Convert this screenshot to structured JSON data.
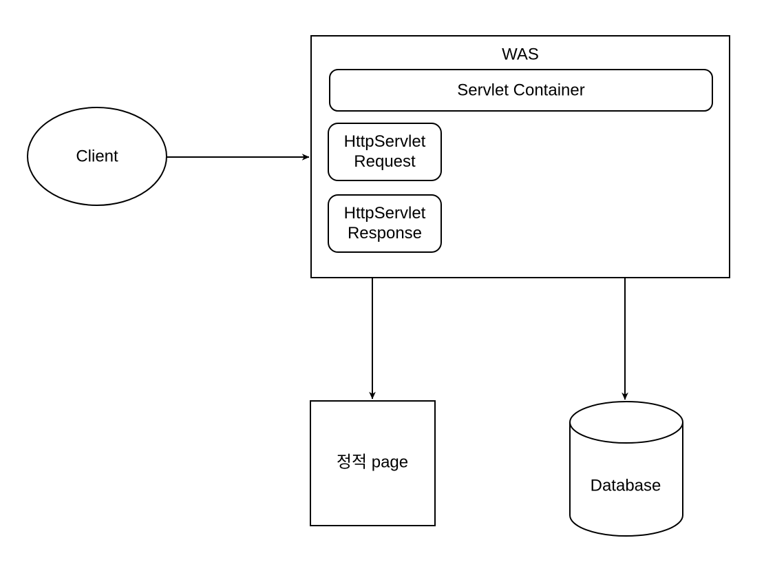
{
  "diagram": {
    "background_color": "#ffffff",
    "line_color": "#000000",
    "shape_fill_color": "#ffffff",
    "nodes": {
      "client": {
        "label": "Client",
        "shape": "ellipse"
      },
      "was": {
        "label": "WAS",
        "shape": "rectangle"
      },
      "servlet_container": {
        "label": "Servlet Container",
        "shape": "rounded-rectangle"
      },
      "http_servlet_request": {
        "label": "HttpServlet Request",
        "shape": "rounded-rectangle"
      },
      "http_servlet_response": {
        "label": "HttpServlet Response",
        "shape": "rounded-rectangle"
      },
      "static_page": {
        "label": "정적 page",
        "shape": "rectangle"
      },
      "database": {
        "label": "Database",
        "shape": "cylinder"
      }
    },
    "edges": [
      {
        "from": "Client",
        "to": "WAS",
        "type": "arrow"
      },
      {
        "from": "WAS",
        "to": "정적 page",
        "type": "arrow"
      },
      {
        "from": "WAS",
        "to": "Database",
        "type": "arrow"
      }
    ]
  }
}
